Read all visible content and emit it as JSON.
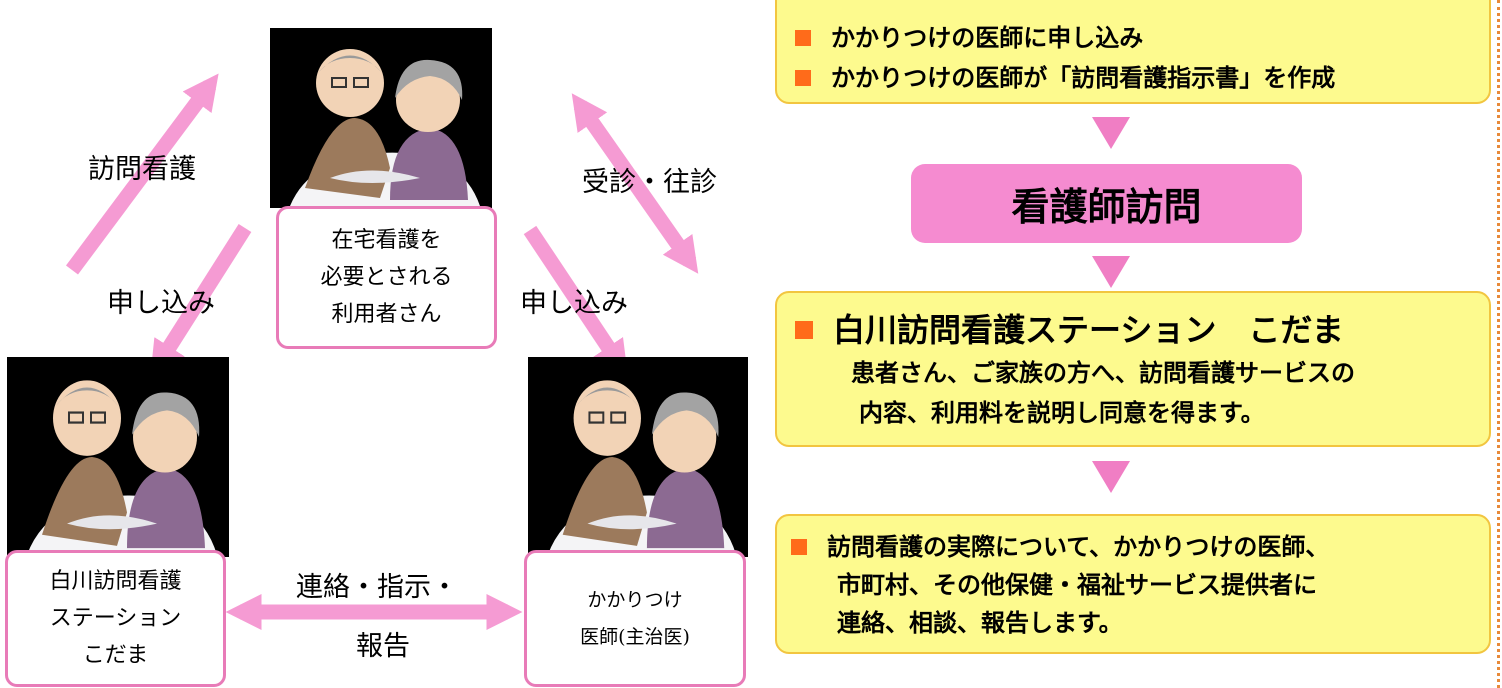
{
  "diagram": {
    "center_label": [
      "在宅看護を",
      "必要とされる",
      "利用者さん"
    ],
    "left_label": [
      "白川訪問看護",
      "ステーション",
      "こだま"
    ],
    "right_label": [
      "かかりつけ",
      "医師(主治医)"
    ],
    "arrows": {
      "visit_nursing": "訪問看護",
      "consult_visit": "受診・往診",
      "apply_left": "申し込み",
      "apply_right": "申し込み",
      "contact_line1": "連絡・指示・",
      "contact_line2": "報告"
    }
  },
  "flow": {
    "step1": [
      "かかりつけの医師に申し込み",
      "かかりつけの医師が「訪問看護指示書」を作成"
    ],
    "step2": "看護師訪問",
    "step3": {
      "title": "白川訪問看護ステーション　こだま",
      "lines": [
        "患者さん、ご家族の方へ、訪問看護サービスの",
        "内容、利用料を説明し同意を得ます。"
      ]
    },
    "step4": [
      "訪問看護の実際について、かかりつけの医師、",
      "市町村、その他保健・福祉サービス提供者に",
      "連絡、相談、報告します。"
    ]
  },
  "colors": {
    "pink_arrow": "#f59bd3",
    "box_border": "#e87bb8",
    "flow_fill": "#fdfa8e",
    "flow_border": "#f2c540",
    "bullet": "#ff6b1a",
    "pill": "#f58bd0"
  },
  "illustration": "elderly-couple-caregiving-icon"
}
